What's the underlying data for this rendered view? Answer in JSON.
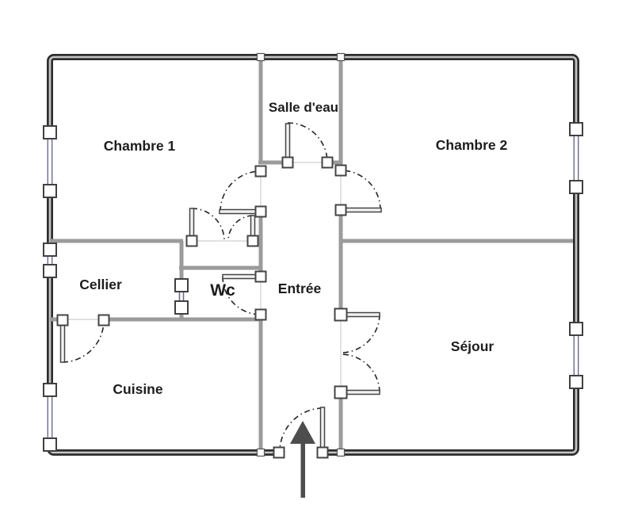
{
  "plan": {
    "type": "floor-plan",
    "rooms": [
      {
        "id": "chambre1",
        "label": "Chambre 1"
      },
      {
        "id": "salle_deau",
        "label": "Salle d'eau"
      },
      {
        "id": "chambre2",
        "label": "Chambre 2"
      },
      {
        "id": "cellier",
        "label": "Cellier"
      },
      {
        "id": "wc",
        "label": "Wc"
      },
      {
        "id": "entree",
        "label": "Entrée"
      },
      {
        "id": "sejour",
        "label": "Séjour"
      },
      {
        "id": "cuisine",
        "label": "Cuisine"
      }
    ],
    "entrance": {
      "marker": "arrow",
      "direction": "up"
    },
    "colors": {
      "wall_dark": "#2e2e2e",
      "wall_core": "#c6c6c6",
      "wall_inner": "#9b9b9b",
      "glazing": "#6b6b8f",
      "arc": "#242424",
      "threshold": "#cfcfcf",
      "arrow": "#4d4d4d",
      "background": "#ffffff"
    }
  }
}
